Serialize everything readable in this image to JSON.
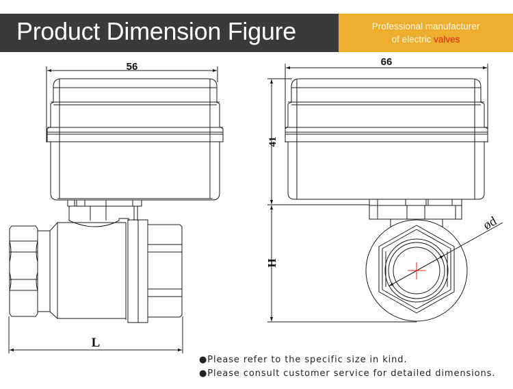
{
  "header": {
    "title": "Product Dimension Figure",
    "tagline_line1": "Professional manufacturer",
    "tagline_line2_prefix": "of electric ",
    "tagline_line2_accent": "valves",
    "title_bg_color": "#3a3a3a",
    "tag_bg_color": "#ecae2c",
    "accent_color": "#e3231b"
  },
  "side_view": {
    "name": "Side view (front)",
    "width_dimension": "56",
    "length_dimension": "L"
  },
  "end_view": {
    "name": "End view",
    "width_dimension": "66",
    "actuator_height_dimension": "41",
    "total_height_dimension": "H",
    "port_diameter_dimension": "ød",
    "center_mark_color": "#e3231b"
  },
  "notes": [
    "●Please refer to the specific size in kind.",
    "●Please consult customer service for detailed dimensions."
  ]
}
